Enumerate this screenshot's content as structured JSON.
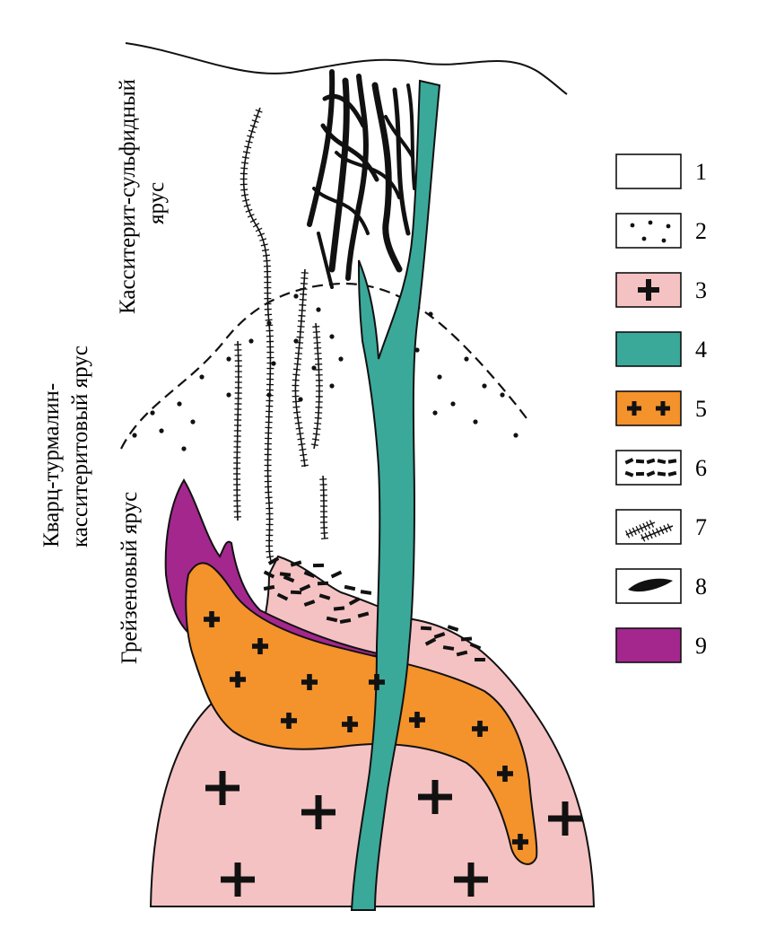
{
  "zone_labels": {
    "upper": [
      "Касситерит-сульфидный",
      "ярус"
    ],
    "middle": [
      "Кварц-турмалин-",
      "касситеритовый ярус"
    ],
    "lower": [
      "Грейзеновый ярус"
    ]
  },
  "legend": [
    {
      "number": "1",
      "pattern": "blank"
    },
    {
      "number": "2",
      "pattern": "dots"
    },
    {
      "number": "3",
      "pattern": "large-cross"
    },
    {
      "number": "4",
      "pattern": "teal-fill"
    },
    {
      "number": "5",
      "pattern": "small-crosses"
    },
    {
      "number": "6",
      "pattern": "dashes"
    },
    {
      "number": "7",
      "pattern": "hatched-veins"
    },
    {
      "number": "8",
      "pattern": "black-lens"
    },
    {
      "number": "9",
      "pattern": "purple-fill"
    }
  ],
  "colors": {
    "granite": "#f5c2c3",
    "dike": "#3aa99a",
    "intrusion": "#f4922b",
    "greisen": "#a4278e",
    "outline": "#111111"
  }
}
